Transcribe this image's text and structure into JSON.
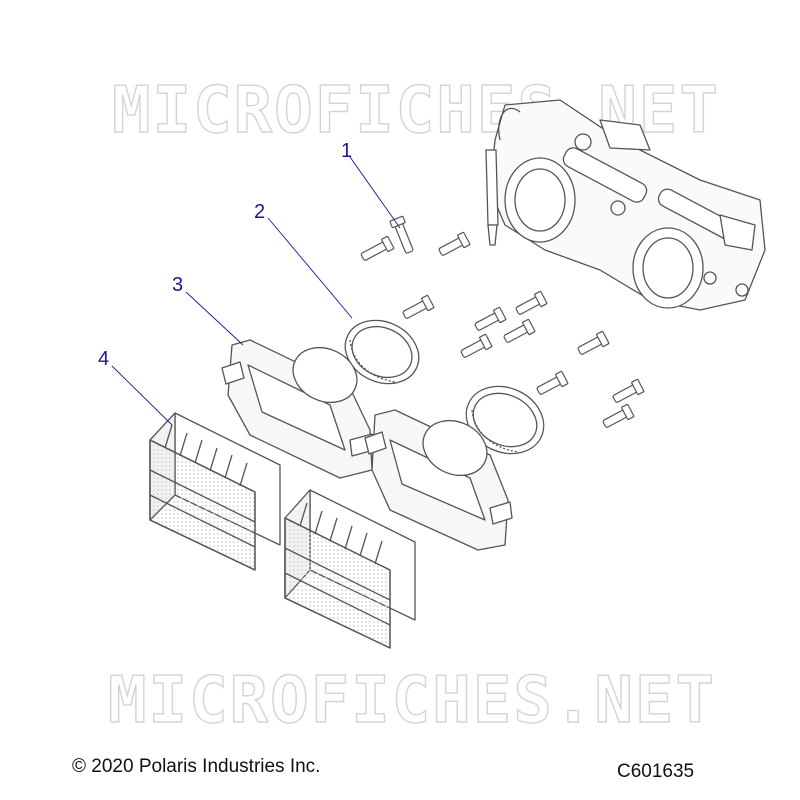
{
  "watermark": "MICROFICHES.NET",
  "callouts": [
    "1",
    "2",
    "3",
    "4"
  ],
  "footer": {
    "copyright": "© 2020 Polaris Industries Inc.",
    "drawing_id": "C601635"
  },
  "colors": {
    "callout": "#1a1a8c",
    "line_art": "#555555",
    "watermark": "#d4d4d4"
  }
}
